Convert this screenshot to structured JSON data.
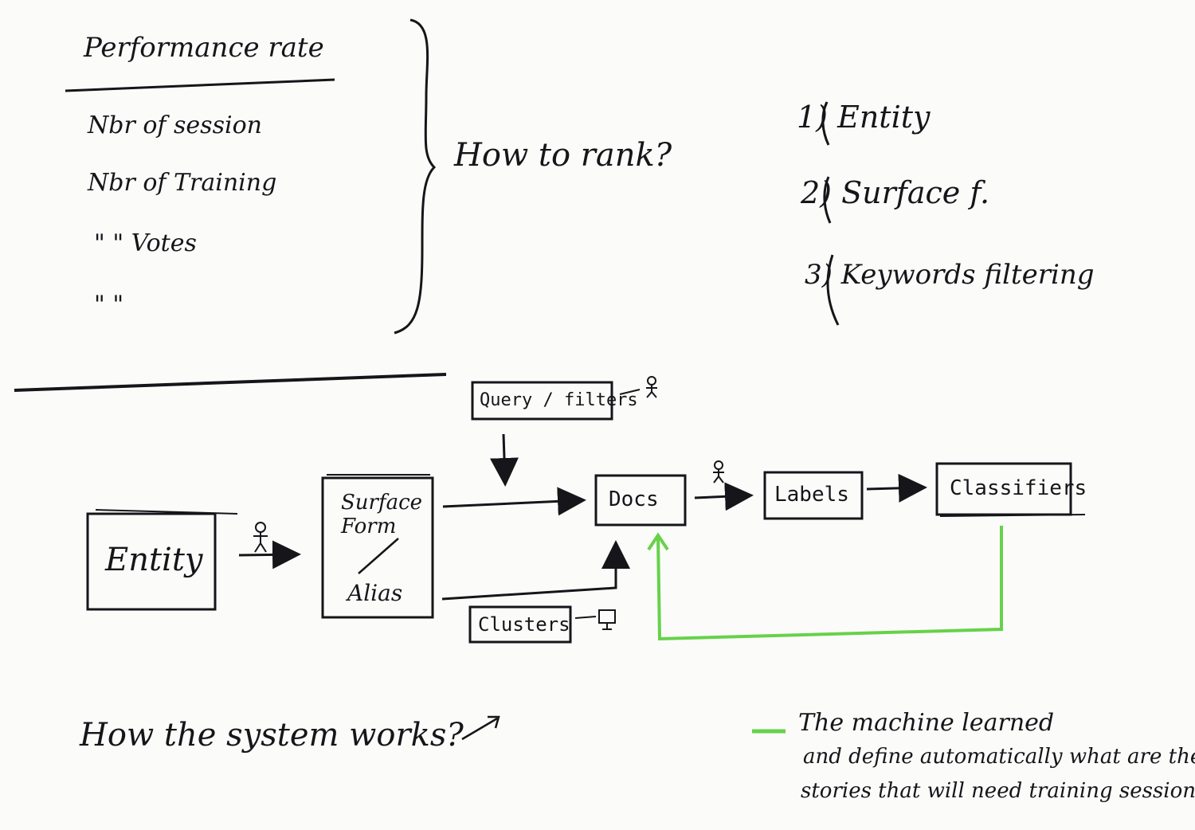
{
  "top_left": {
    "title": "Performance rate",
    "metrics": [
      {
        "label": "Nbr of session"
      },
      {
        "label": "Nbr of Training"
      },
      {
        "label": "\" \" Votes"
      },
      {
        "label": "\" \""
      }
    ]
  },
  "question_rank": "How to rank?",
  "ranking": [
    {
      "label": "1) Entity"
    },
    {
      "label": "2) Surface f."
    },
    {
      "label": "3) Keywords filtering"
    }
  ],
  "diagram": {
    "nodes": {
      "entity": "Entity",
      "surface_form": "Surface Form",
      "alias": "Alias",
      "query_filters": "Query / filters",
      "clusters": "Clusters",
      "docs": "Docs",
      "labels": "Labels",
      "classifiers": "Classifiers"
    },
    "icons": [
      "person-icon",
      "computer-icon"
    ],
    "feedback_color": "#66d24a"
  },
  "question_system": "How the system works?",
  "legend": {
    "color": "#66d24a",
    "lines": [
      "The machine learned",
      "and define automatically what are the",
      "stories that will need training sessions."
    ]
  }
}
